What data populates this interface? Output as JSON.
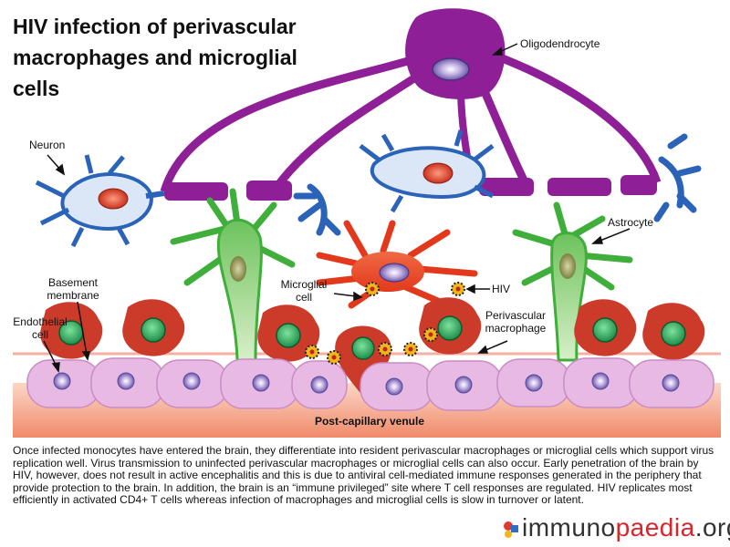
{
  "title": "HIV infection of perivascular macrophages and microglial cells",
  "labels": {
    "oligodendrocyte": "Oligodendrocyte",
    "neuron": "Neuron",
    "astrocyte": "Astrocyte",
    "basement_membrane": "Basement membrane",
    "endothelial_cell": "Endothelial cell",
    "microglial_cell": "Microglial cell",
    "hiv": "HIV",
    "perivascular_macrophage": "Perivascular macrophage",
    "venule": "Post-capillary venule"
  },
  "caption": "Once infected monocytes have entered the brain, they differentiate into resident perivascular macrophages or microglial cells which support virus replication well. Virus transmission to uninfected perivascular macrophages or microglial cells can also occur. Early penetration of the brain by HIV, however, does not result in active encephalitis and this is due to antiviral cell-mediated immune responses generated in the periphery that provide protection to the brain. In addition, the brain is an “immune privileged” site where T cell responses are regulated. HIV replicates most efficiently in activated CD4+ T cells  whereas infection of macrophages and microglial cells is slow in turnover or latent.",
  "logo": {
    "part1": "immuno",
    "part2": "paedia",
    "part3": ".org"
  },
  "colors": {
    "oligodendrocyte": "#8e1f96",
    "neuron": "#2a63b8",
    "astrocyte": "#3fae3a",
    "microglia": "#e2391c",
    "macrophage": "#cc3a2a",
    "endothelium": "#e7b9e3",
    "endothelial_nucleus": "#7b68c8",
    "venule": "#f4a487",
    "hiv": "#f2b51c"
  }
}
